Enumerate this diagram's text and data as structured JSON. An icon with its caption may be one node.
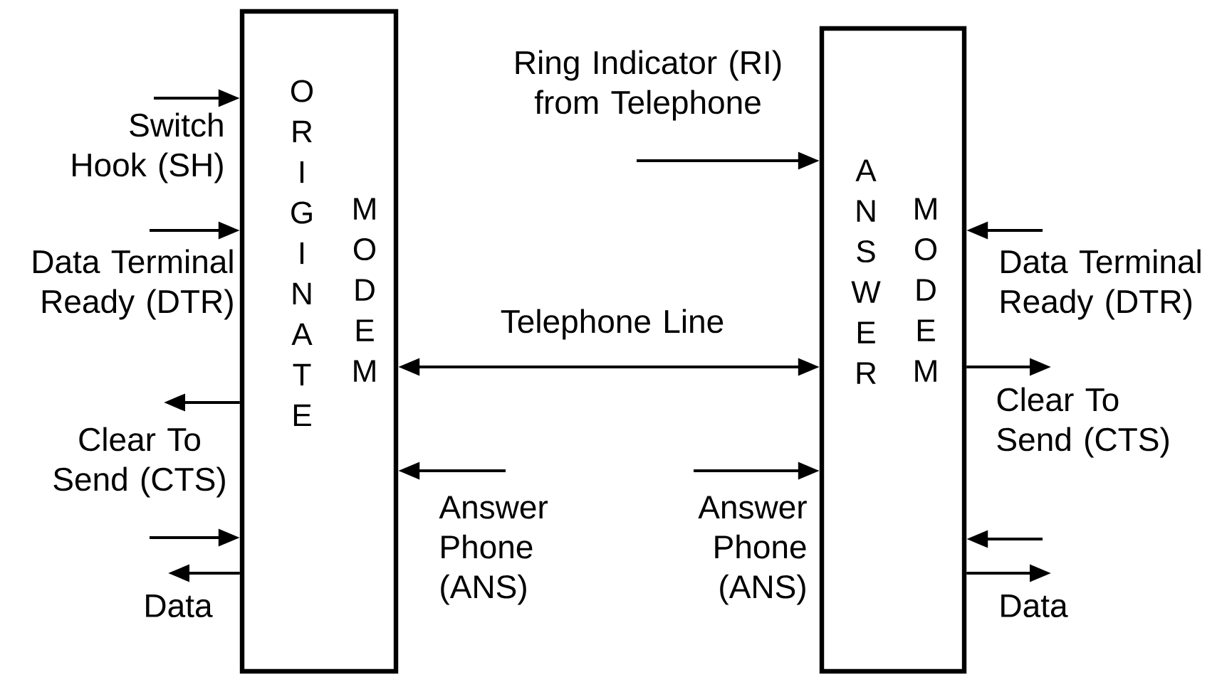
{
  "diagram": {
    "nodes": [
      {
        "text": [
          "ORIGINATE",
          "MODEM"
        ]
      },
      {
        "text": [
          "ANSWER",
          "MODEM"
        ]
      }
    ],
    "edges": [
      {
        "from": null,
        "to": 0,
        "arrow": "to",
        "label": "Switch Hook (SH)"
      },
      {
        "from": null,
        "to": 0,
        "arrow": "to",
        "label": "Data Terminal Ready (DTR)"
      },
      {
        "from": 0,
        "to": null,
        "arrow": "to",
        "label": "Clear To Send (CTS)"
      },
      {
        "from": null,
        "to": 0,
        "arrow": "to"
      },
      {
        "from": 0,
        "to": null,
        "arrow": "to",
        "label": "Data"
      },
      {
        "from": null,
        "to": 0,
        "arrow": "to",
        "label": "Answer Phone (ANS)"
      },
      {
        "from": 0,
        "to": 1,
        "arrow": "both",
        "label": "Telephone Line"
      },
      {
        "from": null,
        "to": 1,
        "arrow": "to",
        "label": "Ring Indicator (RI) from Telephone"
      },
      {
        "from": null,
        "to": 1,
        "arrow": "to",
        "label": "Answer Phone (ANS)"
      },
      {
        "from": null,
        "to": 1,
        "arrow": "to",
        "label": "Data Terminal Ready (DTR)"
      },
      {
        "from": 1,
        "to": null,
        "arrow": "to",
        "label": "Clear To Send (CTS)"
      },
      {
        "from": null,
        "to": 1,
        "arrow": "to"
      },
      {
        "from": 1,
        "to": null,
        "arrow": "to",
        "label": "Data"
      }
    ]
  }
}
